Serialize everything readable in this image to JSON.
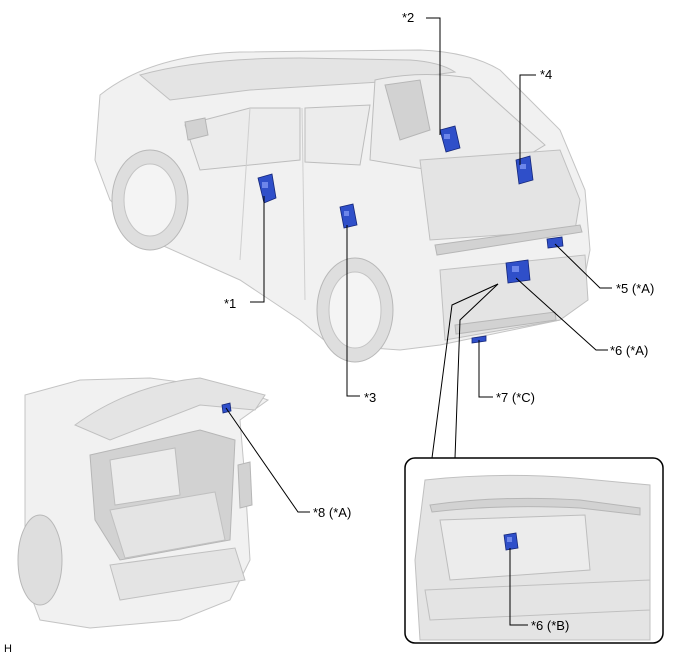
{
  "labels": {
    "c1": "*1",
    "c2": "*2",
    "c3": "*3",
    "c4": "*4",
    "c5": "*5 (*A)",
    "c6": "*6 (*A)",
    "c7": "*7 (*C)",
    "c8": "*8 (*A)",
    "c6b": "*6 (*B)"
  },
  "corner_mark": "H",
  "colors": {
    "part": "#2f4fc9",
    "body": "#f1f1f1"
  }
}
